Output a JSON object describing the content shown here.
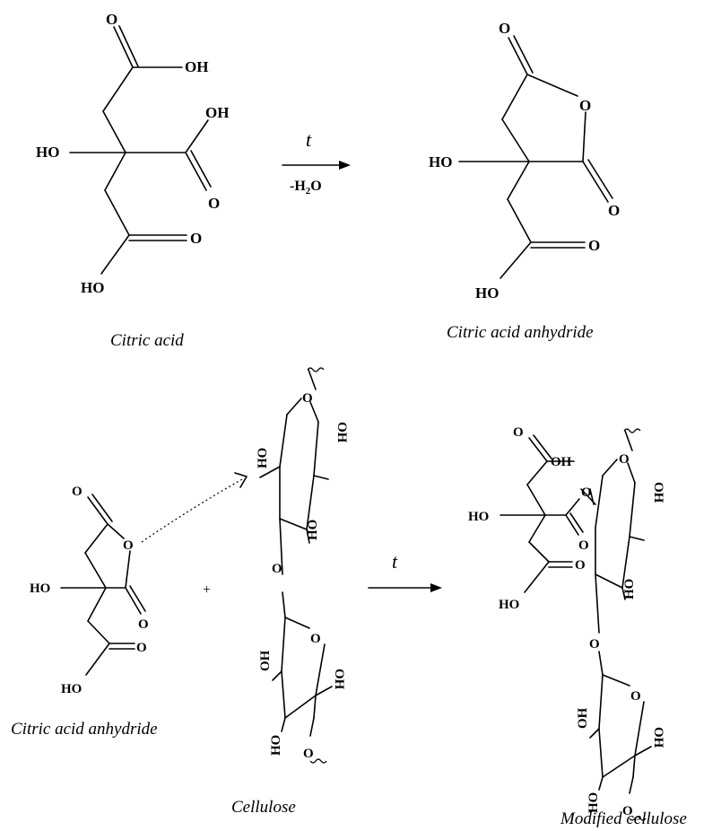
{
  "captions": {
    "citric_acid": "Citric acid",
    "anhydride_top": "Citric acid anhydride",
    "anhydride_bottom": "Citric acid anhydride",
    "cellulose": "Cellulose",
    "modified_cellulose": "Modified cellulose"
  },
  "conditions": {
    "arrow1_top": "t",
    "arrow1_bottom_prefix": "-H",
    "arrow1_bottom_sub": "2",
    "arrow1_bottom_suffix": "O",
    "arrow2_top": "t",
    "plus": "+"
  },
  "atoms": {
    "o": "O",
    "oh": "OH",
    "ho": "HO"
  }
}
